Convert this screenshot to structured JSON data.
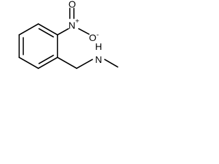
{
  "molecule": {
    "atoms": {
      "nitrogen_amine": "N",
      "amine_hydrogen": "H",
      "nitrogen_nitro": "N",
      "nitro_plus": "+",
      "oxygen_top": "O",
      "oxygen_right": "O",
      "oxygen_minus": "-"
    },
    "colors": {
      "bond": "#000000",
      "label": "#000000",
      "background": "#ffffff"
    }
  }
}
